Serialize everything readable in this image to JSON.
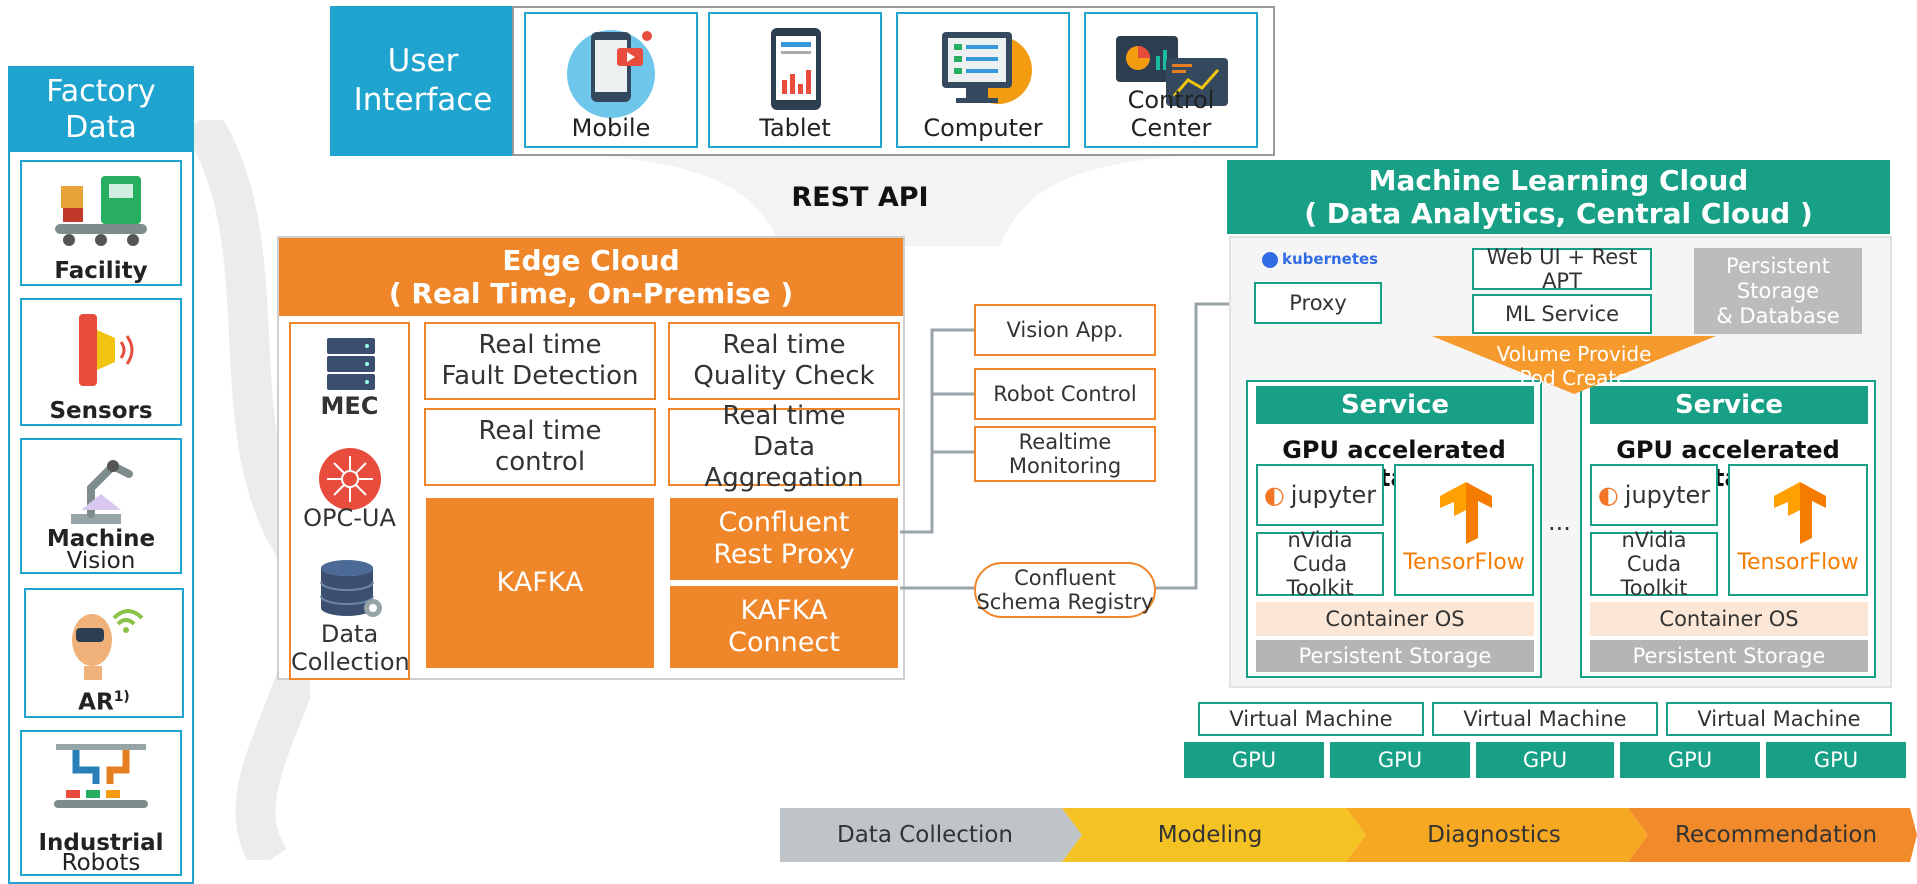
{
  "factory": {
    "title_line1": "Factory",
    "title_line2": "Data",
    "items": [
      {
        "label": "Facility",
        "icon": "conveyor-icon"
      },
      {
        "label": "Sensors",
        "icon": "sensor-icon"
      },
      {
        "label_line1": "Machine",
        "label_line2": "Vision",
        "icon": "robot-arm-icon"
      },
      {
        "label": "AR",
        "sup": "1)",
        "icon": "vr-headset-icon"
      },
      {
        "label_line1": "Industrial",
        "label_line2": "Robots",
        "icon": "industrial-robot-icon"
      }
    ]
  },
  "user_interface": {
    "title_line1": "User",
    "title_line2": "Interface",
    "devices": [
      "Mobile",
      "Tablet",
      "Computer",
      "Control Center"
    ]
  },
  "rest_api": "REST API",
  "edge": {
    "title_line1": "Edge Cloud",
    "title_line2": "( Real Time, On-Premise )",
    "left": [
      "MEC",
      "OPC-UA",
      "Data",
      "Collection"
    ],
    "functions": [
      {
        "line1": "Real time",
        "line2": "Fault Detection"
      },
      {
        "line1": "Real time",
        "line2": "Quality Check"
      },
      {
        "line1": "Real time",
        "line2": "control"
      },
      {
        "line1": "Real time",
        "line2": "Data Aggregation"
      }
    ],
    "kafka": "KAFKA",
    "rest_proxy_line1": "Confluent",
    "rest_proxy_line2": "Rest Proxy",
    "connect_line1": "KAFKA",
    "connect_line2": "Connect"
  },
  "apps": {
    "vision": "Vision App.",
    "robot": "Robot Control",
    "monitor_line1": "Realtime",
    "monitor_line2": "Monitoring",
    "schema_line1": "Confluent",
    "schema_line2": "Schema Registry"
  },
  "ml": {
    "title_line1": "Machine Learning Cloud",
    "title_line2": "( Data Analytics, Central Cloud )",
    "kubernetes": "kubernetes",
    "proxy": "Proxy",
    "web_ui": "Web UI + Rest APT",
    "ml_service": "ML Service",
    "storage_line1": "Persistent Storage",
    "storage_line2": "& Database",
    "volume_line1": "Volume Provide",
    "volume_line2": "Pod Create",
    "service": "Service",
    "gpu_container": "GPU accelerated Container",
    "jupyter": "jupyter",
    "cuda_line1": "nVidia Cuda",
    "cuda_line2": "Toolkit",
    "tensorflow": "TensorFlow",
    "container_os": "Container OS",
    "persistent": "Persistent Storage",
    "ellipsis": "...",
    "vms": [
      "Virtual Machine",
      "Virtual Machine",
      "Virtual Machine"
    ],
    "gpus": [
      "GPU",
      "GPU",
      "GPU",
      "GPU",
      "GPU"
    ]
  },
  "pipeline": [
    "Data Collection",
    "Modeling",
    "Diagnostics",
    "Recommendation"
  ],
  "colors": {
    "blue": "#1fa4cf",
    "orange": "#f0862a",
    "teal": "#17a085",
    "gray": "#bcbcbc"
  }
}
